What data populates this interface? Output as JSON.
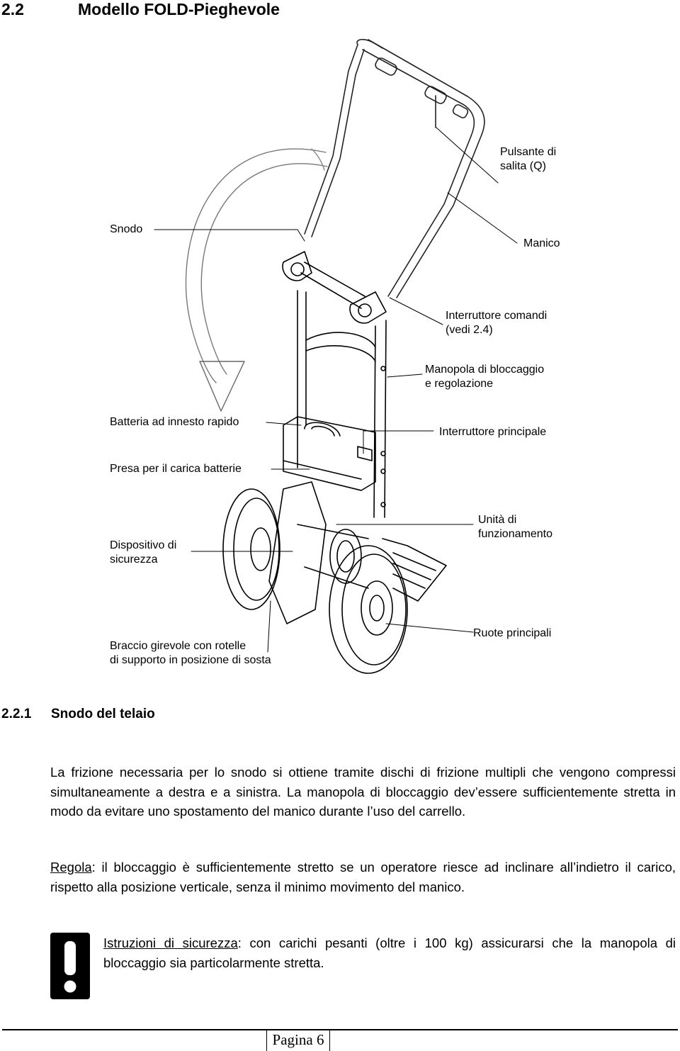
{
  "section": {
    "number": "2.2",
    "title": "Modello FOLD-Pieghevole"
  },
  "figure": {
    "labels": {
      "pulsante_salita": [
        "Pulsante di",
        "salita (Q)"
      ],
      "snodo": "Snodo",
      "manico": "Manico",
      "interruttore_comandi": [
        "Interruttore comandi",
        "(vedi 2.4)"
      ],
      "manopola": [
        "Manopola di bloccaggio",
        "e regolazione"
      ],
      "batteria": "Batteria ad innesto rapido",
      "interruttore_principale": "Interruttore principale",
      "presa": "Presa per il carica batterie",
      "unita": [
        "Unità di",
        "funzionamento"
      ],
      "dispositivo": [
        "Dispositivo di",
        "sicurezza"
      ],
      "ruote": "Ruote principali",
      "braccio": [
        "Braccio girevole con rotelle",
        "di supporto in posizione di sosta"
      ]
    }
  },
  "subsection": {
    "number": "2.2.1",
    "title": "Snodo del telaio"
  },
  "paragraphs": {
    "p1": "La frizione necessaria per lo snodo si ottiene tramite dischi di frizione multipli che vengono compressi simultaneamente a destra e a sinistra. La manopola di bloccaggio dev’essere sufficientemente stretta in modo da evitare uno spostamento del manico durante l’uso del carrello.",
    "rule_label": "Regola",
    "rule_text": ": il bloccaggio è sufficientemente stretto se un operatore riesce ad inclinare all’indietro il carico, rispetto alla posizione verticale, senza il minimo movimento del manico.",
    "safety_label": "Istruzioni di sicurezza",
    "safety_text": ": con carichi pesanti (oltre i 100 kg) assicurarsi che la manopola di bloccaggio sia  particolarmente stretta."
  },
  "footer": {
    "page": "Pagina 6"
  }
}
